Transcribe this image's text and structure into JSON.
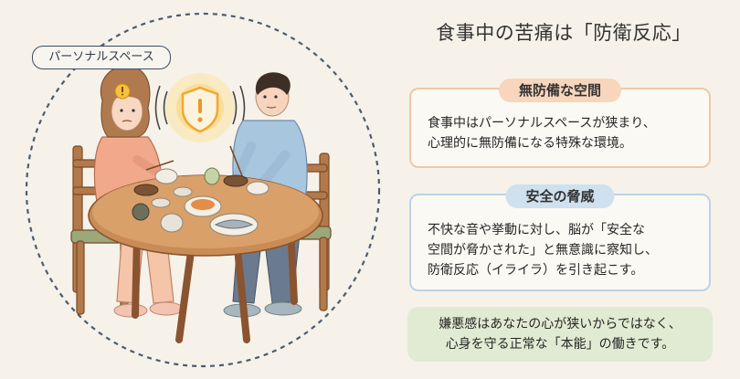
{
  "illustration": {
    "space_label": "パーソナルスペース"
  },
  "title": "食事中の苦痛は「防衛反応」",
  "cards": [
    {
      "heading": "無防備な空間",
      "lines": [
        "食事中はパーソナルスペースが狭まり、",
        "心理的に無防備になる特殊な環境。"
      ]
    },
    {
      "heading": "安全の脅威",
      "lines": [
        "不快な音や挙動に対し、脳が「安全な",
        "空間が脅かされた」と無意識に察知し、",
        "防衛反応（イライラ）を引き起こす。"
      ]
    }
  ],
  "note": {
    "lines": [
      "嫌悪感はあなたの心が狭いからではなく、",
      "心身を守る正常な「本能」の働きです。"
    ]
  },
  "colors": {
    "background": "#f6f2e9",
    "card1_border": "#f0c8a6",
    "card2_border": "#bcd3e6",
    "note_bg": "#e1ead2",
    "warning": "#f2b640"
  }
}
